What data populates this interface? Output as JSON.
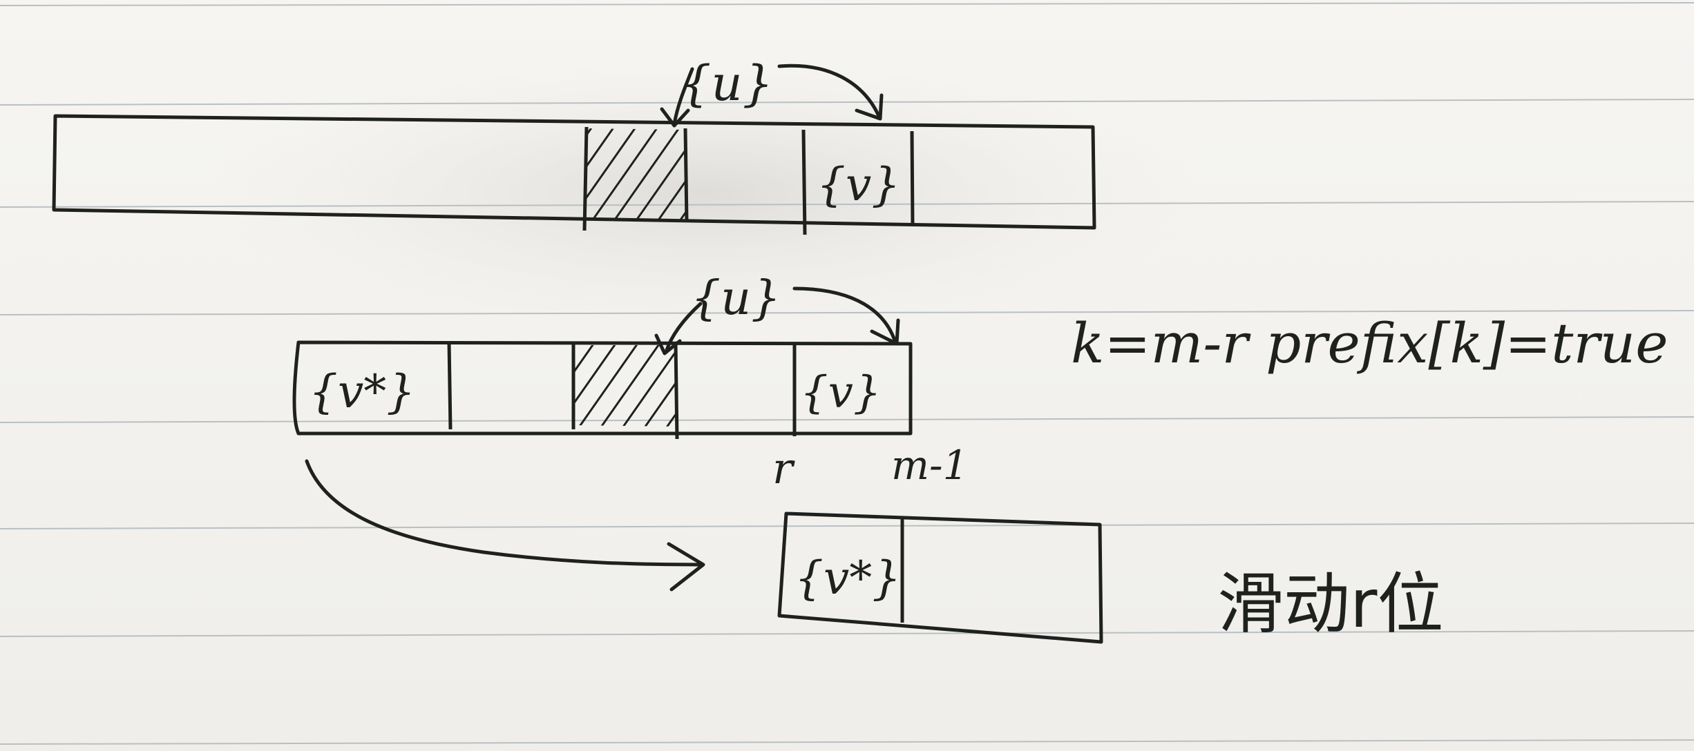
{
  "labels": {
    "u_top": "{u}",
    "v_top": "{v}",
    "u_mid": "{u}",
    "v_mid": "{v}",
    "vstar_mid": "{v*}",
    "vstar_bottom": "{v*}",
    "r_label": "r",
    "m1_label": "m-1",
    "equation": "k=m-r   prefix[k]=true",
    "slide_note": "滑动r位"
  },
  "colors": {
    "ink": "#1f211f",
    "paper": "#f3f2ef",
    "ruling": "#b9bfc3"
  }
}
